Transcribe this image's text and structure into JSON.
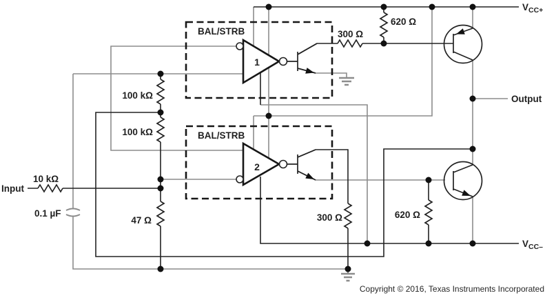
{
  "comparators": [
    {
      "label": "BAL/STRB",
      "number": "1"
    },
    {
      "label": "BAL/STRB",
      "number": "2"
    }
  ],
  "ports": {
    "input": "Input",
    "output": "Output"
  },
  "power": {
    "vcc_plus": {
      "base": "V",
      "sub": "CC+"
    },
    "vcc_minus": {
      "base": "V",
      "sub": "CC–"
    }
  },
  "components": {
    "r_input": "10 kΩ",
    "c_bypass": "0.1 µF",
    "r_divider_upper": "100 kΩ",
    "r_divider_lower": "100 kΩ",
    "r_emitter": "47 Ω",
    "r_base_top": "300 Ω",
    "r_pullup_top": "620 Ω",
    "r_collector_bottom": "300 Ω",
    "r_pulldown_bottom": "620 Ω"
  },
  "footer": {
    "copyright": "Copyright © 2016, Texas Instruments Incorporated"
  },
  "colors": {
    "wire": "#222222",
    "wire_alt": "#8c8c8c",
    "background": "#ffffff"
  }
}
